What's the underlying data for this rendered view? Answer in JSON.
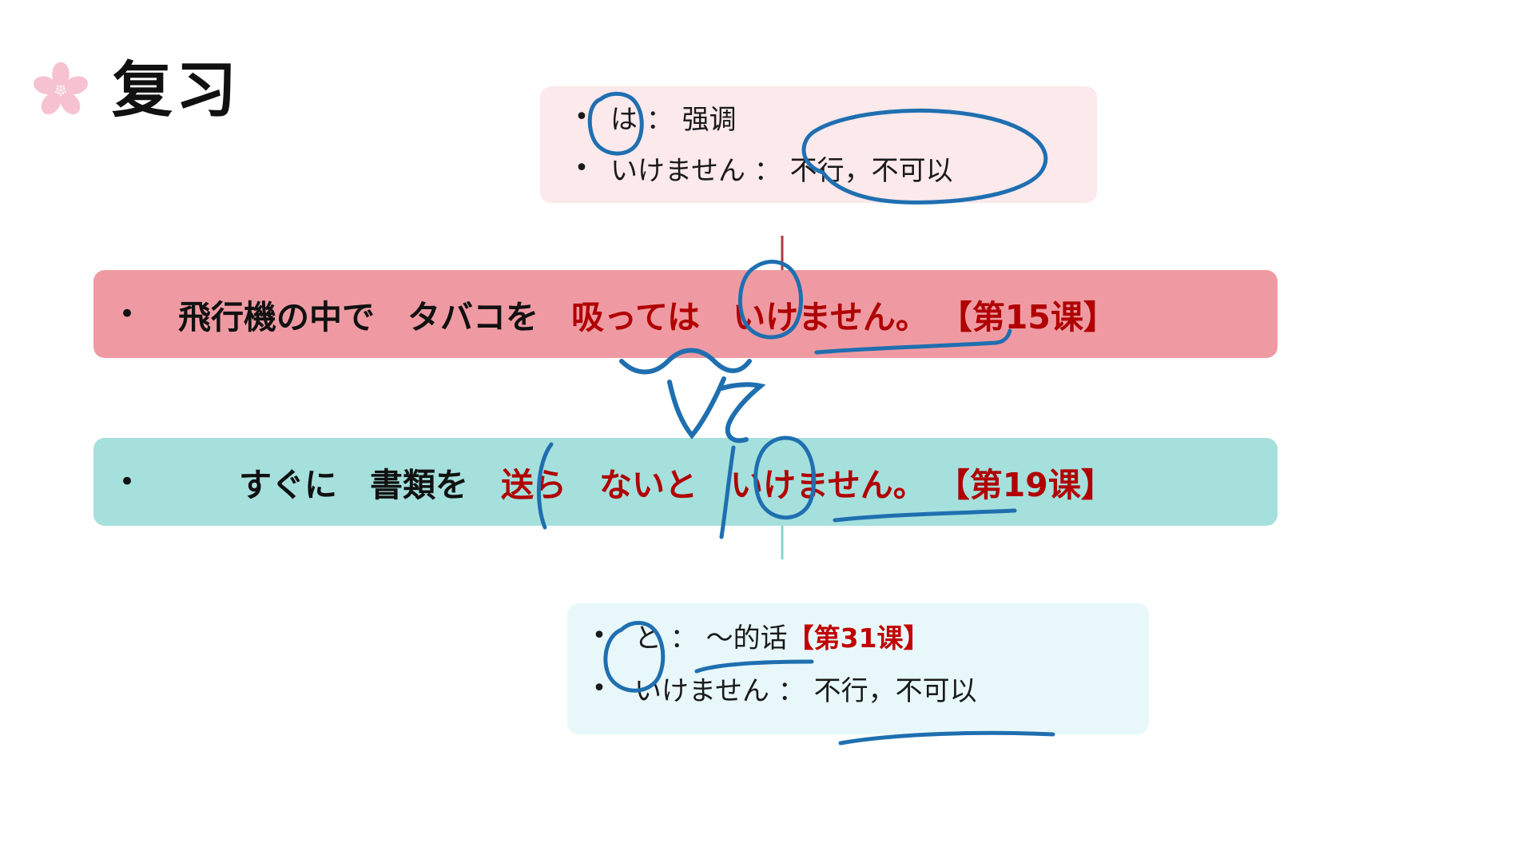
{
  "slide": {
    "title": "复习",
    "icon": "sakura-flower-icon",
    "background": "#ffffff"
  },
  "colors": {
    "sakura_pink": "#f6c2d0",
    "note_top_bg": "#fbe9ec",
    "note_bottom_bg": "#e8f8fa",
    "sentence_red_bg": "#ef9aa2",
    "sentence_teal_bg": "#a5e0dd",
    "text_black": "#111111",
    "text_red": "#b00000",
    "ink_blue": "#1f6fb0",
    "arrow_red": "#a83b43",
    "arrow_teal": "#86d4d0"
  },
  "note_top": {
    "name": "grammar-note-ha",
    "lines": [
      {
        "bullet": "•",
        "term": "は",
        "separator": " ： ",
        "gloss": "强调",
        "circled": true
      },
      {
        "bullet": "•",
        "term": "いけません",
        "separator": " ： ",
        "gloss": "不行，不可以",
        "circled": false
      }
    ]
  },
  "note_bottom": {
    "name": "grammar-note-to",
    "lines": [
      {
        "bullet": "•",
        "term": "と",
        "separator": " ： ",
        "gloss": "〜的话",
        "lesson": "【第31课】",
        "circled": true
      },
      {
        "bullet": "•",
        "term": "いけません",
        "separator": " ： ",
        "gloss": "不行，不可以",
        "lesson": "",
        "circled": false
      }
    ]
  },
  "sentences": [
    {
      "name": "example-sentence-lesson-15",
      "bullet": "•",
      "segments": [
        {
          "text": "飛行機の中で　タバコを　",
          "style": "black"
        },
        {
          "text": "吸っては　いけません。",
          "style": "red"
        }
      ],
      "lesson": "【第15课】",
      "annotation_te": "て"
    },
    {
      "name": "example-sentence-lesson-19",
      "bullet": "•",
      "segments": [
        {
          "text": "すぐに　書類を　",
          "style": "black"
        },
        {
          "text": "送ら　ないと　いけません。",
          "style": "red"
        }
      ],
      "lesson": "【第19课】",
      "annotation_te": ""
    }
  ],
  "annotations": {
    "te_mark": "て",
    "arrow_up": "arrow-up-icon",
    "arrow_down": "arrow-down-icon",
    "circle_ha": "circle-annotation-ha",
    "circle_to_sentence": "circle-annotation-to",
    "circle_to_note": "circle-annotation-to-note",
    "oval_bukou": "oval-annotation-buxing-bukeyi",
    "underline_ikemasen_red": "underline-ikemasen-red",
    "underline_ikemasen_teal": "underline-ikemasen-teal",
    "underline_dehua": "underline-dehua",
    "underline_bukou": "underline-buxing-bukeyi",
    "wavy_underline_sutte": "wavy-underline-sutte",
    "paren_okura": "paren-annotation-okura"
  }
}
